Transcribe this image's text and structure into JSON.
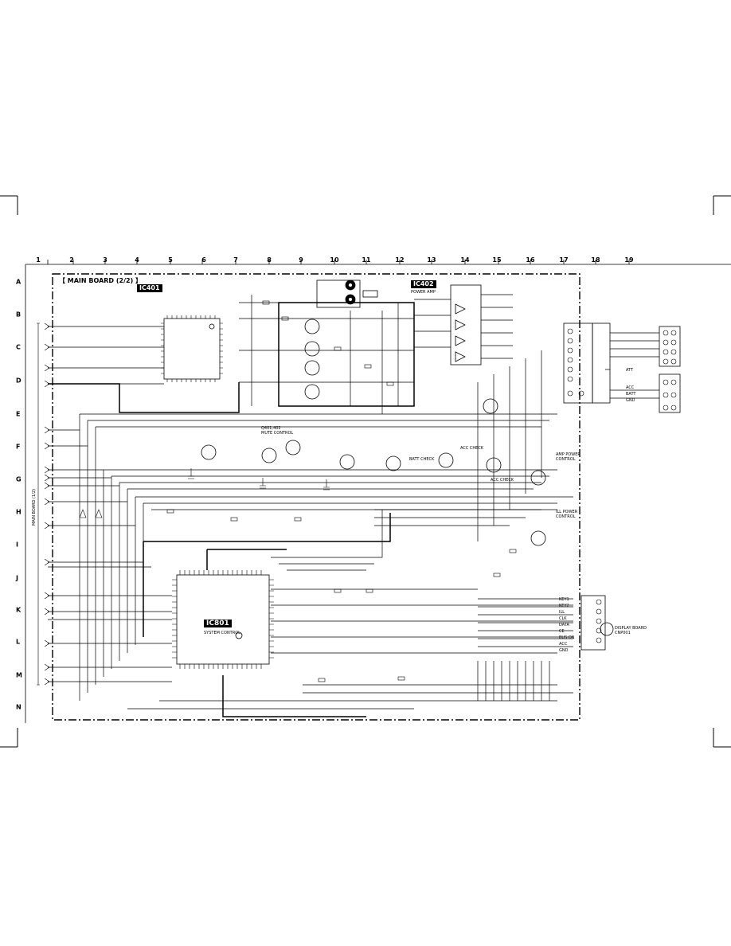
{
  "board_title": "【 MAIN BOARD (2/2) 】",
  "columns": [
    "1",
    "2",
    "3",
    "4",
    "5",
    "6",
    "7",
    "8",
    "9",
    "10",
    "11",
    "12",
    "13",
    "14",
    "15",
    "16",
    "17",
    "18",
    "19"
  ],
  "rows": [
    "A",
    "B",
    "C",
    "D",
    "E",
    "F",
    "G",
    "H",
    "I",
    "J",
    "K",
    "L",
    "M",
    "N"
  ],
  "ics": {
    "ic401": "IC401",
    "ic402": "IC402",
    "ic402_desc": "POWER AMP",
    "ic801": "IC801",
    "ic801_desc": "SYSTEM CONTROL"
  },
  "side_label": "MAIN BOARD (1/2)",
  "blocks": {
    "muting": "Q401,402\nMUTE CONTROL",
    "batt_check": "BATT CHECK",
    "acc_check_1": "ACC CHECK",
    "acc_check_2": "ACC CHECK",
    "amp_power": "AMP POWER\nCONTROL",
    "ill_power": "ILL POWER\nCONTROL",
    "display": "DISPLAY BOARD\nCNP001"
  },
  "connectors": {
    "right_top": [
      "ATT",
      "ACC",
      "BATT",
      "GND"
    ],
    "right_bottom": [
      "KEY1",
      "KEY2",
      "ILL",
      "CLK",
      "DATA",
      "CE",
      "BUS ON",
      "ACC",
      "GND"
    ]
  }
}
